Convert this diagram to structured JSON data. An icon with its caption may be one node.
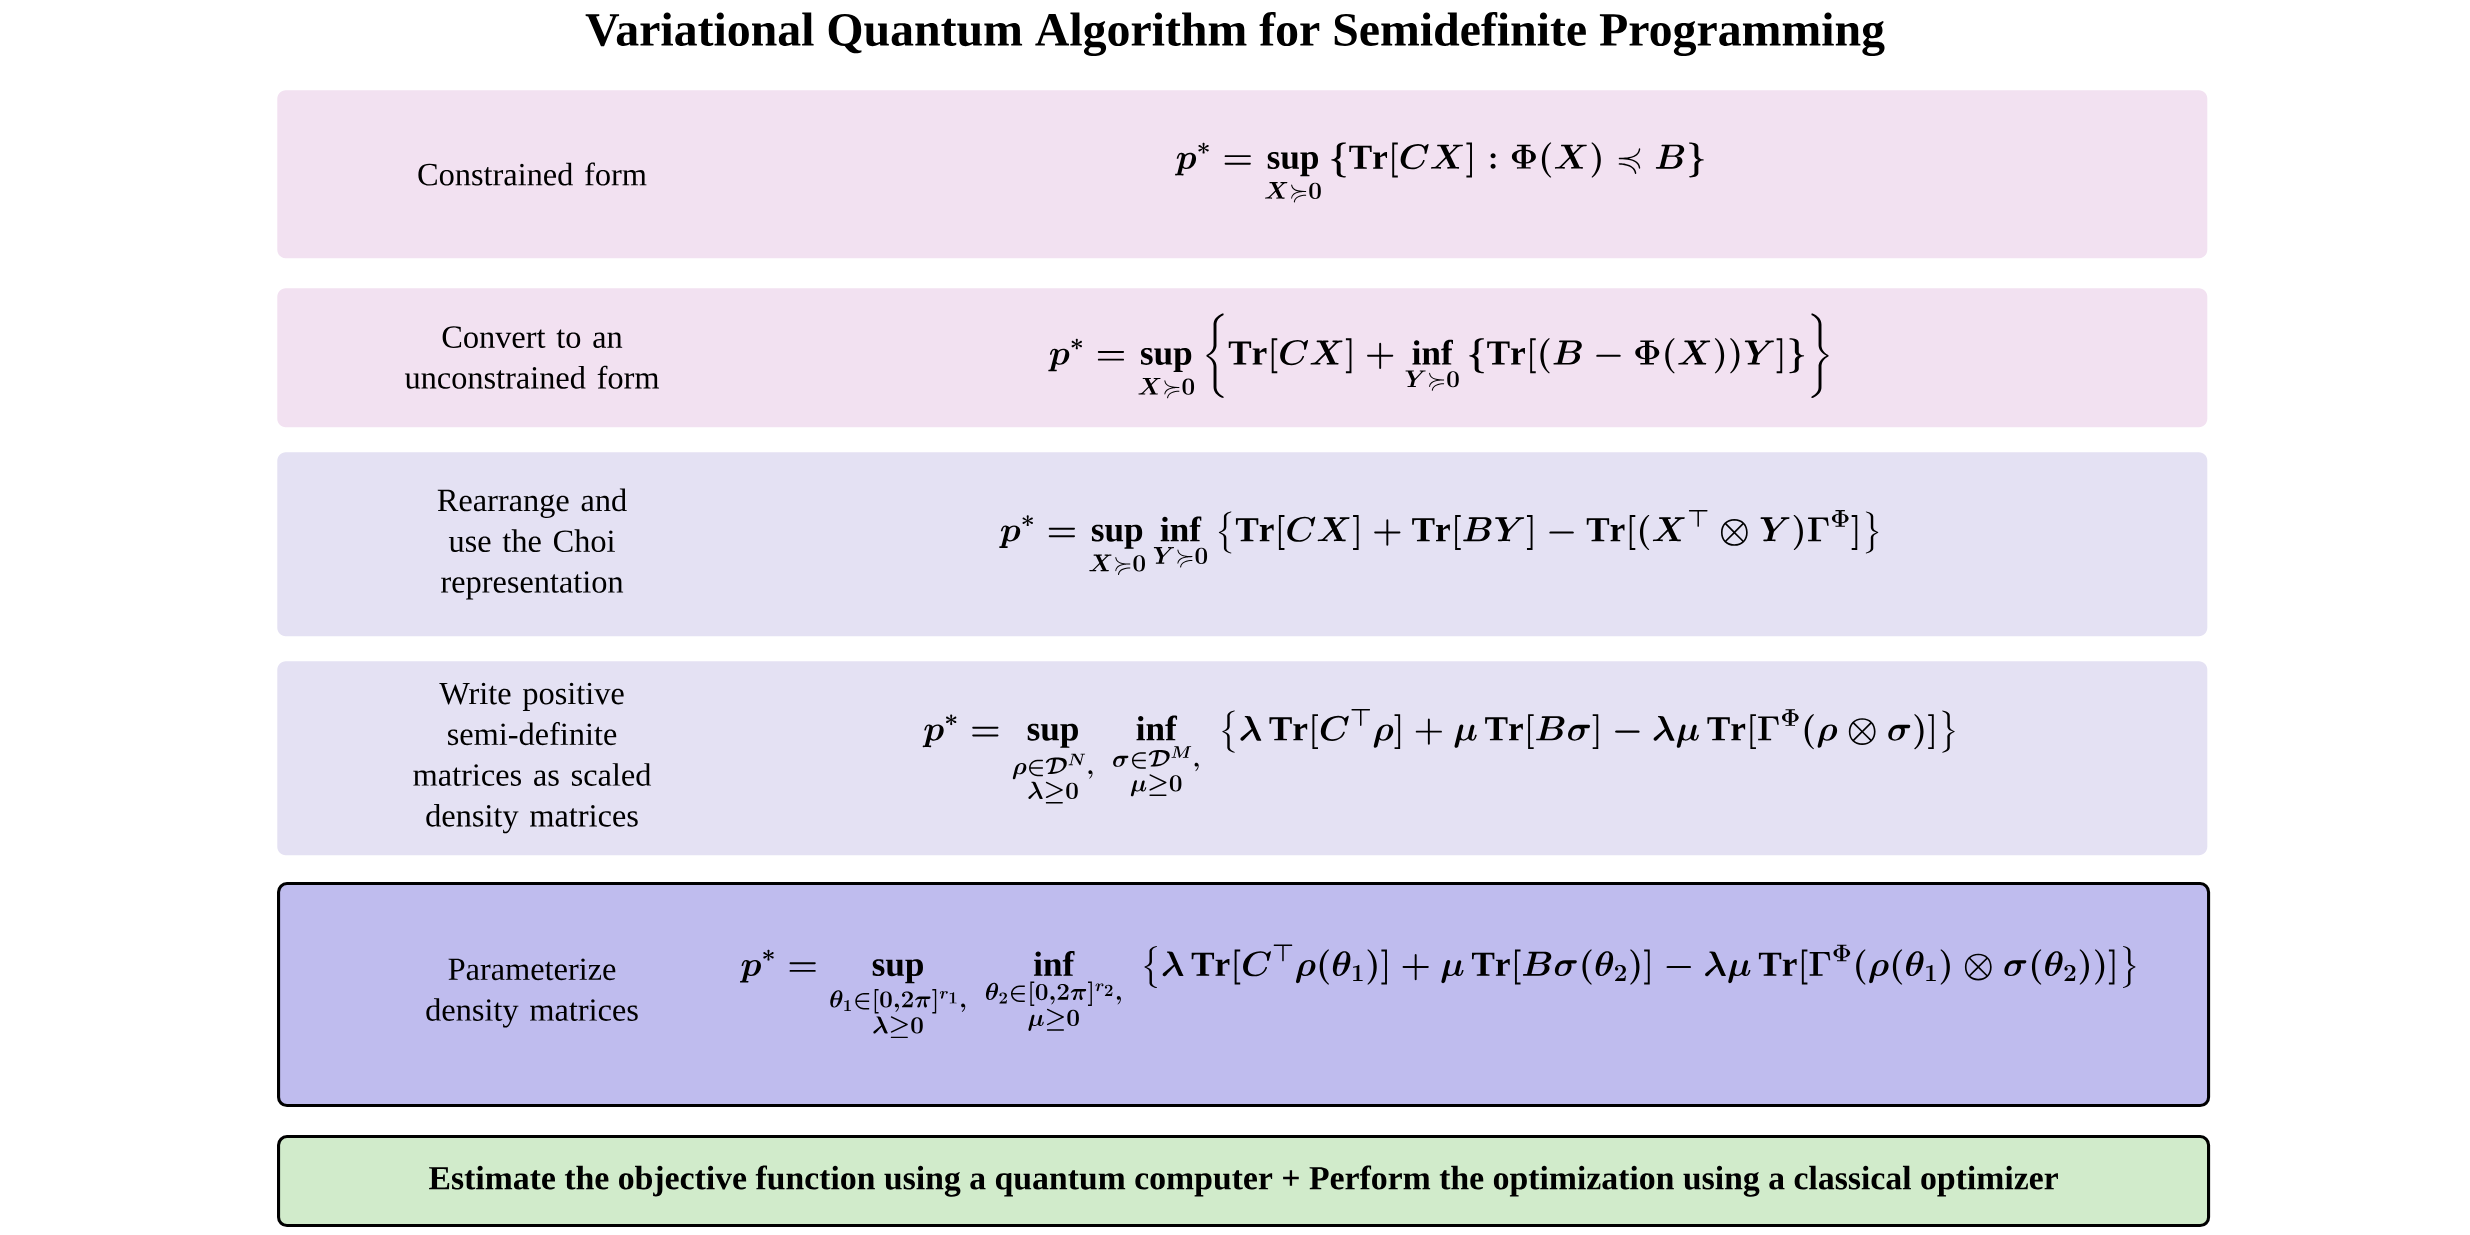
{
  "diagram": {
    "title": "Variational Quantum Algorithm for Semidefinite Programming",
    "nodes": [
      {
        "text": [
          "Constrained form",
          "p^* = \\sup_{X \\succcurlyeq 0} \\left\\{ \\mathrm{Tr}[CX] : \\Phi(X) \\preccurlyeq B \\right\\}"
        ]
      },
      {
        "text": [
          "Convert to an unconstrained form",
          "p^* = \\sup_{X \\succcurlyeq 0} \\left\\{ \\mathrm{Tr}[CX] + \\inf_{Y \\succcurlyeq 0} \\left\\{ \\mathrm{Tr}[(B - \\Phi(X))Y] \\right\\} \\right\\}"
        ]
      },
      {
        "text": [
          "Rearrange and use the Choi representation",
          "p^* = \\sup_{X \\succcurlyeq 0} \\inf_{Y \\succcurlyeq 0} \\left\\{ \\mathrm{Tr}[CX] + \\mathrm{Tr}[BY] - \\mathrm{Tr}[(X^\\top \\otimes Y)\\Gamma^\\Phi] \\right\\}"
        ]
      },
      {
        "text": [
          "Write positive semi-definite matrices as scaled density matrices",
          "p^* = \\sup_{\\substack{\\rho \\in \\mathcal{D}^N, \\\\ \\lambda \\geq 0}} \\; \\inf_{\\substack{\\sigma \\in \\mathcal{D}^M, \\\\ \\mu \\geq 0}} \\; \\left\\{ \\lambda \\, \\mathrm{Tr}[C^\\top \\rho] + \\mu \\, \\mathrm{Tr}[B\\sigma] - \\lambda\\mu \\, \\mathrm{Tr}[\\Gamma^\\Phi (\\rho \\otimes \\sigma)] \\right\\}"
        ]
      },
      {
        "text": [
          "Parameterize density matrices",
          "p^* = \\sup_{\\substack{\\boldsymbol{\\theta}_1 \\in [0,2\\pi]^{r_1}, \\\\ \\lambda \\geq 0}} \\; \\inf_{\\substack{\\boldsymbol{\\theta}_2 \\in [0,2\\pi]^{r_2}, \\\\ \\mu \\geq 0}} \\; \\left\\{ \\lambda \\, \\mathrm{Tr}[C^\\top \\rho(\\boldsymbol{\\theta}_1)] + \\mu \\, \\mathrm{Tr}[B\\sigma(\\boldsymbol{\\theta}_2)] - \\lambda\\mu \\, \\mathrm{Tr}[\\Gamma^\\Phi (\\rho(\\boldsymbol{\\theta}_1) \\otimes \\sigma(\\boldsymbol{\\theta}_2))] \\right\\}"
        ]
      },
      {
        "text": [
          "Estimate the objective function using a quantum computer + Perform the optimization using a classical optimizer"
        ]
      }
    ],
    "edges": []
  }
}
